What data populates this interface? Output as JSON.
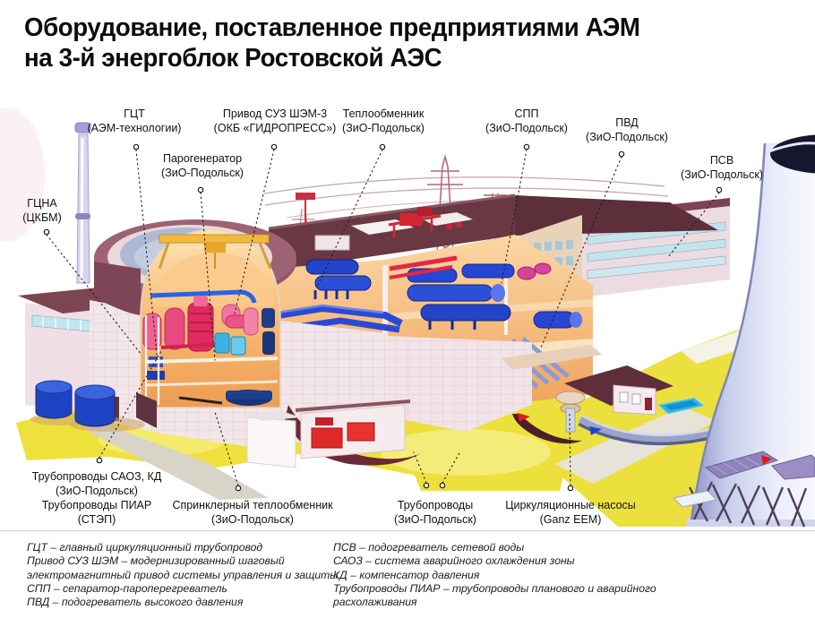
{
  "title": {
    "line1": "Оборудование, поставленное предприятиями АЭМ",
    "line2": "на 3-й энергоблок Ростовской АЭС"
  },
  "callouts": {
    "gct": {
      "name": "ГЦТ",
      "supplier": "(АЭМ-технологии)"
    },
    "privod_suz": {
      "name": "Привод СУЗ ШЭМ-3",
      "supplier": "(ОКБ «ГИДРОПРЕСС»)"
    },
    "teploobmennik": {
      "name": "Теплообменник",
      "supplier": "(ЗиО-Подольск)"
    },
    "parogenerator": {
      "name": "Парогенератор",
      "supplier": "(ЗиО-Подольск)"
    },
    "spp": {
      "name": "СПП",
      "supplier": "(ЗиО-Подольск)"
    },
    "pvd": {
      "name": "ПВД",
      "supplier": "(ЗиО-Подольск)"
    },
    "psv": {
      "name": "ПСВ",
      "supplier": "(ЗиО-Подольск)"
    },
    "gcna": {
      "name": "ГЦНА",
      "supplier": "(ЦКБМ)"
    },
    "trubo_saoz": {
      "line1": "Трубопроводы САОЗ, КД",
      "line2": "(ЗиО-Подольск)",
      "line3": "Трубопроводы ПИАР",
      "line4": "(СТЭП)"
    },
    "sprinkler": {
      "name": "Спринклерный теплообменник",
      "supplier": "(ЗиО-Подольск)"
    },
    "truboprovody": {
      "name": "Трубопроводы",
      "supplier": "(ЗиО-Подольск)"
    },
    "cirk_nasosy": {
      "name": "Циркуляционные насосы",
      "supplier": "(Ganz EEM)"
    }
  },
  "legend": {
    "left": [
      "ГЦТ – главный циркуляционный трубопровод",
      "Привод СУЗ ШЭМ – модернизированный шаговый",
      "электромагнитный привод системы управления и защиты",
      "СПП – сепаратор-пароперегреватель",
      "ПВД – подогреватель высокого давления"
    ],
    "right": [
      "ПСВ – подогреватель сетевой воды",
      "САОЗ – система аварийного охлаждения зоны",
      "КД – компенсатор давления",
      "Трубопроводы ПИАР – трубопроводы планового и аварийного",
      "расхолаживания"
    ]
  },
  "colors": {
    "ground_yellow": "#efe13b",
    "roof_maroon": "#6a3842",
    "equipment_blue": "#2746d2",
    "vessel_pink": "#e8487c",
    "cooling_tower": "#c9cfeb",
    "crane_red": "#d42535",
    "water_cyan": "#2cb4e4"
  }
}
